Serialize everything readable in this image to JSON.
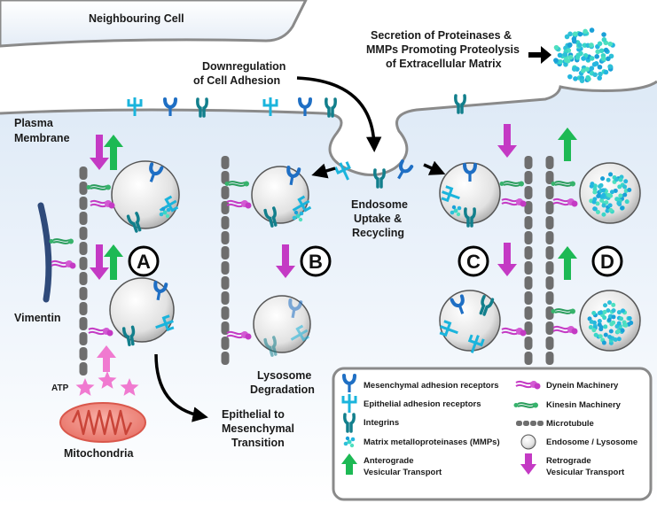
{
  "labels": {
    "neighbouring_cell": "Neighbouring Cell",
    "secretion_line1": "Secretion of Proteinases &",
    "secretion_line2": "MMPs Promoting Proteolysis",
    "secretion_line3": "of Extracellular Matrix",
    "downregulation_line1": "Downregulation",
    "downregulation_line2": "of Cell Adhesion",
    "plasma_line1": "Plasma",
    "plasma_line2": "Membrane",
    "endosome_line1": "Endosome",
    "endosome_line2": "Uptake &",
    "endosome_line3": "Recycling",
    "vimentin": "Vimentin",
    "atp": "ATP",
    "mitochondria": "Mitochondria",
    "lysosome_line1": "Lysosome",
    "lysosome_line2": "Degradation",
    "emt_line1": "Epithelial to",
    "emt_line2": "Mesenchymal",
    "emt_line3": "Transition"
  },
  "panels": [
    "A",
    "B",
    "C",
    "D"
  ],
  "legend": {
    "mesenchymal": "Mesenchymal adhesion receptors",
    "epithelial": "Epithelial adhesion receptors",
    "integrins": "Integrins",
    "mmps": "Matrix metalloproteinases (MMPs)",
    "anterograde_line1": "Anterograde",
    "anterograde_line2": "Vesicular Transport",
    "dynein": "Dynein Machinery",
    "kinesin": "Kinesin Machinery",
    "microtubule": "Microtubule",
    "endosome_lysosome": "Endosome / Lysosome",
    "retrograde_line1": "Retrograde",
    "retrograde_line2": "Vesicular Transport"
  },
  "colors": {
    "mesenchymal": "#1f6fc4",
    "epithelial": "#1ab4dc",
    "integrin": "#127f8c",
    "anterograde": "#1db954",
    "retrograde": "#c43ac4",
    "dynein": "#c43ac4",
    "kinesin": "#2a9d5c",
    "microtubule": "#6e6e6e",
    "vimentin": "#2f4a7a",
    "mitochondria": "#e8746a",
    "atp": "#f07ad0"
  }
}
